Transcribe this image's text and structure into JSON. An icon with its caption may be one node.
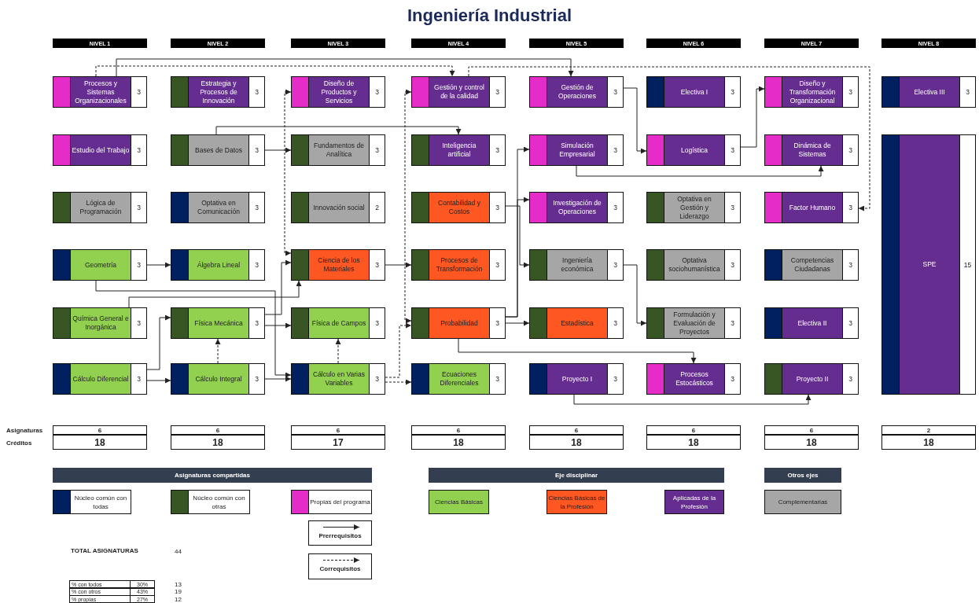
{
  "diagram": {
    "title": "Ingeniería Industrial",
    "nodes": [
      {
        "text": [
          "Procesos y Sistemas Organizacionales",
          "3"
        ]
      },
      {
        "text": [
          "Estudio del Trabajo",
          "3"
        ]
      },
      {
        "text": [
          "Lógica de Programación",
          "3"
        ]
      },
      {
        "text": [
          "Geometría",
          "3"
        ]
      },
      {
        "text": [
          "Química General e Inorgánica",
          "3"
        ]
      },
      {
        "text": [
          "Cálculo Diferencial",
          "3"
        ]
      },
      {
        "text": [
          "Estrategia y Procesos de Innovación",
          "3"
        ]
      },
      {
        "text": [
          "Bases de Datos",
          "3"
        ]
      },
      {
        "text": [
          "Optativa en Comunicación",
          "3"
        ]
      },
      {
        "text": [
          "Álgebra Lineal",
          "3"
        ]
      },
      {
        "text": [
          "Física Mecánica",
          "3"
        ]
      },
      {
        "text": [
          "Cálculo Integral",
          "3"
        ]
      },
      {
        "text": [
          "Diseño de Productos y Servicios",
          "3"
        ]
      },
      {
        "text": [
          "Fundamentos de Analítica",
          "3"
        ]
      },
      {
        "text": [
          "Innovación social",
          "2"
        ]
      },
      {
        "text": [
          "Ciencia de los Materiales",
          "3"
        ]
      },
      {
        "text": [
          "Física de Campos",
          "3"
        ]
      },
      {
        "text": [
          "Cálculo en Varias Variables",
          "3"
        ]
      },
      {
        "text": [
          "Gestión y control de la calidad",
          "3"
        ]
      },
      {
        "text": [
          "Inteligencia artificial",
          "3"
        ]
      },
      {
        "text": [
          "Contabilidad y Costos",
          "3"
        ]
      },
      {
        "text": [
          "Procesos de Transformación",
          "3"
        ]
      },
      {
        "text": [
          "Probabilidad",
          "3"
        ]
      },
      {
        "text": [
          "Ecuaciones Diferenciales",
          "3"
        ]
      },
      {
        "text": [
          "Gestión de Operaciones",
          "3"
        ]
      },
      {
        "text": [
          "Simulación Empresarial",
          "3"
        ]
      },
      {
        "text": [
          "Investigación de Operaciones",
          "3"
        ]
      },
      {
        "text": [
          "Ingeniería económica",
          "3"
        ]
      },
      {
        "text": [
          "Estadística",
          "3"
        ]
      },
      {
        "text": [
          "Proyecto I",
          "3"
        ]
      },
      {
        "text": [
          "Electiva I",
          "3"
        ]
      },
      {
        "text": [
          "Logística",
          "3"
        ]
      },
      {
        "text": [
          "Optativa en Gestión y Liderazgo",
          "3"
        ]
      },
      {
        "text": [
          "Optativa sociohumanística",
          "3"
        ]
      },
      {
        "text": [
          "Formulación y Evaluación de Proyectos",
          "3"
        ]
      },
      {
        "text": [
          "Procesos Estocásticos",
          "3"
        ]
      },
      {
        "text": [
          "Diseño y Transformación Organizacional",
          "3"
        ]
      },
      {
        "text": [
          "Dinámica de Sistemas",
          "3"
        ]
      },
      {
        "text": [
          "Factor Humano",
          "3"
        ]
      },
      {
        "text": [
          "Competencias Ciudadanas",
          "3"
        ]
      },
      {
        "text": [
          "Electiva II",
          "3"
        ]
      },
      {
        "text": [
          "Proyecto II",
          "3"
        ]
      },
      {
        "text": [
          "Electiva III",
          "3"
        ]
      },
      {
        "text": [
          "SPE",
          "15"
        ]
      }
    ],
    "edges": [
      {
        "from": 0,
        "to": 24,
        "arrow": "to"
      },
      {
        "from": 0,
        "to": 18,
        "arrow": "to",
        "style": "dashed"
      },
      {
        "from": 7,
        "to": 13,
        "arrow": "to"
      },
      {
        "from": 7,
        "to": 19,
        "arrow": "to"
      },
      {
        "from": 12,
        "to": 15,
        "arrow": "both",
        "style": "dashed"
      },
      {
        "from": 18,
        "to": 22,
        "arrow": "both",
        "style": "dashed"
      },
      {
        "from": 17,
        "to": 22,
        "arrow": "to",
        "style": "dashed"
      },
      {
        "from": 17,
        "to": 23,
        "arrow": "to",
        "style": "dashed"
      },
      {
        "from": 3,
        "to": 9,
        "arrow": "to"
      },
      {
        "from": 3,
        "to": 17,
        "arrow": "to"
      },
      {
        "from": 4,
        "to": 15,
        "arrow": "to"
      },
      {
        "from": 10,
        "to": 15,
        "arrow": "to"
      },
      {
        "from": 10,
        "to": 16,
        "arrow": "to"
      },
      {
        "from": 5,
        "to": 10,
        "arrow": "to"
      },
      {
        "from": 5,
        "to": 11,
        "arrow": "to"
      },
      {
        "from": 11,
        "to": 17,
        "arrow": "to"
      },
      {
        "from": 11,
        "to": 10,
        "arrow": "to",
        "style": "dashed"
      },
      {
        "from": 17,
        "to": 16,
        "arrow": "to",
        "style": "dashed"
      },
      {
        "from": 15,
        "to": 21,
        "arrow": "to"
      },
      {
        "from": 24,
        "to": 31,
        "arrow": "to"
      },
      {
        "from": 31,
        "to": 36,
        "arrow": "to"
      },
      {
        "from": 25,
        "to": 37,
        "arrow": "to"
      },
      {
        "from": 20,
        "to": 27,
        "arrow": "to"
      },
      {
        "from": 22,
        "to": 25,
        "arrow": "to"
      },
      {
        "from": 22,
        "to": 26,
        "arrow": "to"
      },
      {
        "from": 22,
        "to": 28,
        "arrow": "to"
      },
      {
        "from": 22,
        "to": 35,
        "arrow": "to"
      },
      {
        "from": 27,
        "to": 34,
        "arrow": "to"
      },
      {
        "from": 29,
        "to": 41,
        "arrow": "to"
      },
      {
        "from": 18,
        "to": 38,
        "arrow": "to",
        "style": "dashed"
      }
    ],
    "labels": [
      "NIVEL 1",
      "NIVEL 2",
      "NIVEL 3",
      "NIVEL 4",
      "NIVEL 5",
      "NIVEL 6",
      "NIVEL 7",
      "NIVEL 8",
      "Asignaturas",
      "6",
      "6",
      "6",
      "6",
      "6",
      "6",
      "6",
      "2",
      "Créditos",
      "18",
      "18",
      "17",
      "18",
      "18",
      "18",
      "18",
      "18",
      "Asignaturas compartidas",
      "Eje disciplinar",
      "Otros ejes",
      "TOTAL ASIGNATURAS",
      "44",
      "% con todos",
      "30%",
      "13",
      "% con otros",
      "43%",
      "19",
      "% propias",
      "27%",
      "12"
    ],
    "legend": [
      {
        "text": "Núcleo común con todas",
        "color": "#002060"
      },
      {
        "text": "Núcleo común con otras",
        "color": "#375623"
      },
      {
        "text": "Propias del programa",
        "color": "#e52bc8"
      },
      {
        "text": "Ciencias Básicas",
        "color": "#92d050"
      },
      {
        "text": "Ciencias Básicas de la Profesión",
        "color": "#ff5722"
      },
      {
        "text": "Aplicadas de la Profesión",
        "color": "#662d91"
      },
      {
        "text": "Complementarias",
        "color": "#a6a6a6"
      },
      {
        "text": "Prerrequisitos"
      },
      {
        "text": "Correquisitos"
      }
    ]
  }
}
